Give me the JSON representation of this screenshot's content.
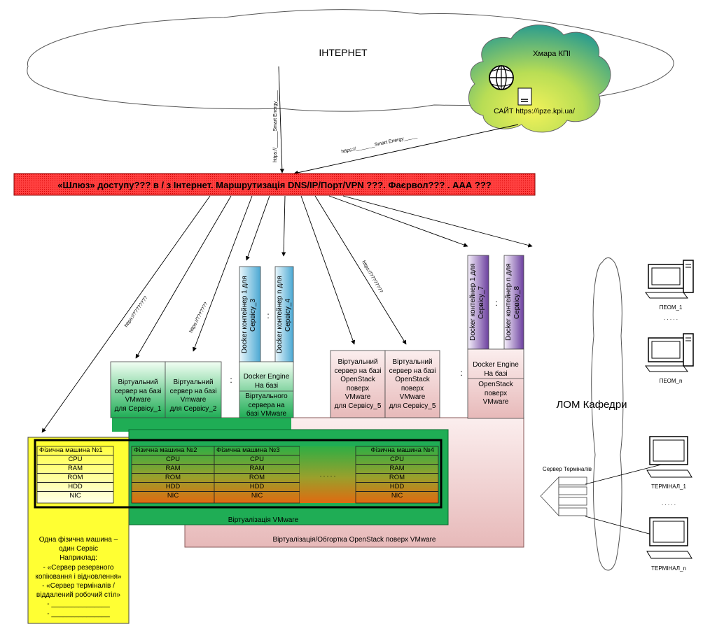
{
  "internet_label": "ІНТЕРНЕТ",
  "kpi_cloud": {
    "title": "Хмара КПІ",
    "site": "САЙТ https://ipze.kpi.ua/"
  },
  "links": {
    "vertical": "https://______Smart Energy____",
    "diagonal": "https://_______Smart Energy_____",
    "to_phys": "https://????????",
    "to_vm2": "https://???????",
    "to_openstack": "https://????????"
  },
  "gateway": "«Шлюз» доступу??? в / з Інтернет. Маршрутизація DNS/IP/Порт/VPN ???. Фаєрвол??? . ААА ???",
  "vmware_servers": [
    {
      "lines": [
        "Віртуальний",
        "сервер на базі",
        "VMware",
        "для Сервісу_1"
      ]
    },
    {
      "lines": [
        "Віртуальний",
        "сервер на базі",
        "Vmware",
        "для Сервісу_2"
      ]
    }
  ],
  "docker_vmware": {
    "containers": [
      {
        "label": "Docker контейнер 1 для Сервісу_3"
      },
      {
        "label": "Docker контейнер n для Сервісу_4"
      }
    ],
    "engine": [
      "Docker Engine",
      "На базі"
    ],
    "base": [
      "Віртуального",
      "сервера на",
      "базі VMware"
    ]
  },
  "openstack_servers": [
    {
      "lines": [
        "Віртуальний",
        "сервер на базі",
        "OpenStack",
        "поверх",
        "VMware",
        "для Сервісу_5"
      ]
    },
    {
      "lines": [
        "Віртуальний",
        "сервер на базі",
        "OpenStack",
        "поверх",
        "VMware",
        "для Сервісу_5"
      ]
    }
  ],
  "docker_openstack": {
    "containers": [
      {
        "label": "Docker контейнер 1 для Сервісу_7"
      },
      {
        "label": "Docker контейнер n для Сервісу_8"
      }
    ],
    "engine": [
      "Docker Engine",
      "На базі"
    ],
    "base": [
      "OpenStack",
      "поверх",
      "VMware"
    ]
  },
  "dots_v": ":",
  "dots_h": ". . . . .",
  "machines": [
    {
      "title": "Фізична машина №1"
    },
    {
      "title": "Фізична машина №2"
    },
    {
      "title": "Фізична машина №3"
    },
    {
      "title": "Фізична машина №4"
    }
  ],
  "machine_rows": [
    "CPU",
    "RAM",
    "ROM",
    "HDD",
    "NIC"
  ],
  "virt_vmware": "Віртуалізація VMware",
  "virt_openstack": "Віртуалізація/Обгортка OpenStack поверх VMware",
  "note": [
    "Одна фізична машина –",
    "один Сервіс",
    "Наприклад:",
    "- «Сервер резервного",
    "копіювання і відновлення»",
    "- «Сервер терміналів /",
    "віддалений робочий стіл»",
    "- _______________",
    "- _______________"
  ],
  "lan": "ЛОМ Кафедри",
  "term_server": "Сервер Терміналів",
  "pcs": [
    {
      "label": "ПЕОМ_1"
    },
    {
      "label": "ПЕОМ_n"
    }
  ],
  "terminals": [
    {
      "label": "ТЕРМІНАЛ_1"
    },
    {
      "label": "ТЕРМІНАЛ_n"
    }
  ],
  "colors": {
    "gateway_red": "#ff3b3b",
    "vm_green": "#1fad55",
    "vm_green_light": "#c9f0cf",
    "openstack_pink": "#f3d3d3",
    "docker_blue": "#5fb2d6",
    "docker_purple": "#7b4fa8",
    "cloud_yellow": "#f2f25a",
    "cloud_teal": "#2b9c8e",
    "note_yellow": "#ffff33"
  }
}
